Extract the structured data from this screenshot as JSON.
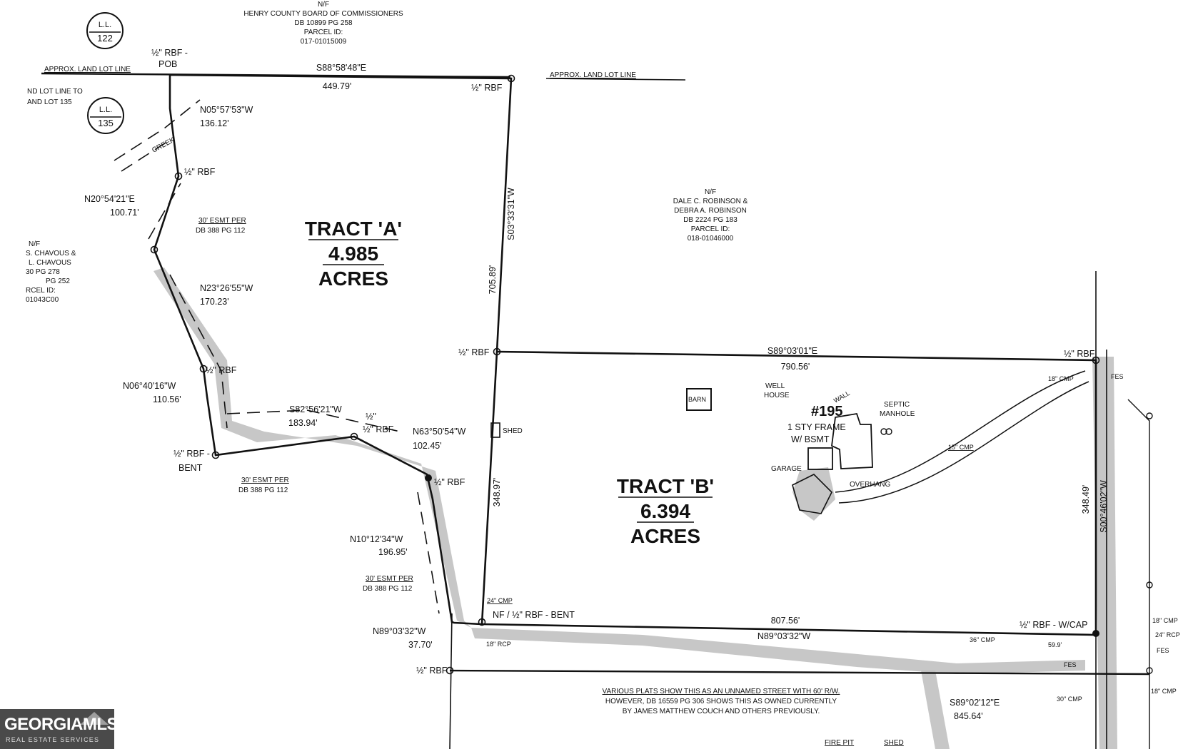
{
  "tracts": [
    {
      "name": "TRACT 'A'",
      "area": "4.985",
      "unit": "ACRES"
    },
    {
      "name": "TRACT 'B'",
      "area": "6.394",
      "unit": "ACRES"
    }
  ],
  "land_lots": [
    "122",
    "135"
  ],
  "land_lot_prefix": "L.L.",
  "owners": {
    "north": [
      "N/F",
      "HENRY COUNTY BOARD OF COMMISSIONERS",
      "DB 10899   PG 258",
      "PARCEL ID:",
      "017-01015009"
    ],
    "east": [
      "N/F",
      "DALE C. ROBINSON &",
      "DEBRA A. ROBINSON",
      "DB 2224   PG 183",
      "PARCEL ID:",
      "018-01046000"
    ],
    "west": [
      "N/F",
      "S. CHAVOUS &",
      "L. CHAVOUS",
      "30   PG 278",
      "PG 252",
      "RCEL ID:",
      "01043C00"
    ]
  },
  "notes": {
    "land_lot_line": "APPROX. LAND LOT LINE",
    "land_lot_line_2": "APPROX. LAND LOT LINE",
    "nd_lot_line_1": "ND LOT LINE TO",
    "nd_lot_line_2": "AND LOT 135",
    "creek": "CREEK",
    "street_note": [
      "VARIOUS PLATS SHOW THIS AS AN UNNAMED STREET WITH 60' R/W.",
      "HOWEVER, DB 16559  PG 306 SHOWS THIS AS OWNED CURRENTLY",
      "BY JAMES MATTHEW COUCH AND OTHERS PREVIOUSLY."
    ],
    "easements": [
      "30' ESMT PER",
      "DB 388  PG 112"
    ]
  },
  "house": [
    "#195",
    "1 STY FRAME",
    "W/ BSMT"
  ],
  "structures": {
    "barn": "BARN",
    "well": [
      "WELL",
      "HOUSE"
    ],
    "septic": [
      "SEPTIC",
      "MANHOLE"
    ],
    "garage": "GARAGE",
    "overhang": "OVERHANG",
    "shed": "SHED",
    "fire_pit": "FIRE PIT",
    "shed2": "SHED",
    "wall": "WALL"
  },
  "pins": {
    "pob": [
      "½\" RBF -",
      "POB"
    ],
    "rbf": "½\" RBF",
    "rbf_bent": [
      "½\" RBF -",
      "BENT"
    ],
    "nf_rbf_bent": "NF / ½\" RBF - BENT",
    "rbf_wcap": "½\" RBF - W/CAP",
    "rbf_half": "½\""
  },
  "pipes": {
    "cmp24": "24\" CMP",
    "rcp18": "18\" RCP",
    "cmp18": "18\" CMP",
    "cmp15": "15\" CMP",
    "cmp36": "36\" CMP",
    "cmp18b": "18\" CMP",
    "rcp24": "24\" RCP",
    "fes": "FES",
    "cmp18c": "18\" CMP",
    "cmp30": "30\" CMP"
  },
  "calls": {
    "c1_bearing": "S88°58'48\"E",
    "c1_dist": "449.79'",
    "c2_bearing": "N05°57'53\"W",
    "c2_dist": "136.12'",
    "c3_bearing": "N20°54'21\"E",
    "c3_dist": "100.71'",
    "c4_bearing": "N23°26'55\"W",
    "c4_dist": "170.23'",
    "c5_bearing": "N06°40'16\"W",
    "c5_dist": "110.56'",
    "c6_bearing": "S82°56'21\"W",
    "c6_dist": "183.94'",
    "c7_bearing": "N63°50'54\"W",
    "c7_dist": "102.45'",
    "c8_bearing": "N10°12'34\"W",
    "c8_dist": "196.95'",
    "c9_bearing": "N89°03'32\"W",
    "c9_dist": "37.70'",
    "c10_bearing": "S03°33'31\"W",
    "c10_dist": "705.89'",
    "c10b_dist": "348.97'",
    "c11_bearing": "S89°03'01\"E",
    "c11_dist": "790.56'",
    "c12_bearing": "S00°46'02\"W",
    "c12_dist": "348.49'",
    "c13_bearing": "N89°03'32\"W",
    "c13_dist": "807.56'",
    "c14_bearing": "S89°02'12\"E",
    "c14_dist": "845.64'",
    "misc_59": "59.9'"
  },
  "watermark": {
    "name": "GEORGIAMLS",
    "sub": "REAL ESTATE SERVICES"
  }
}
